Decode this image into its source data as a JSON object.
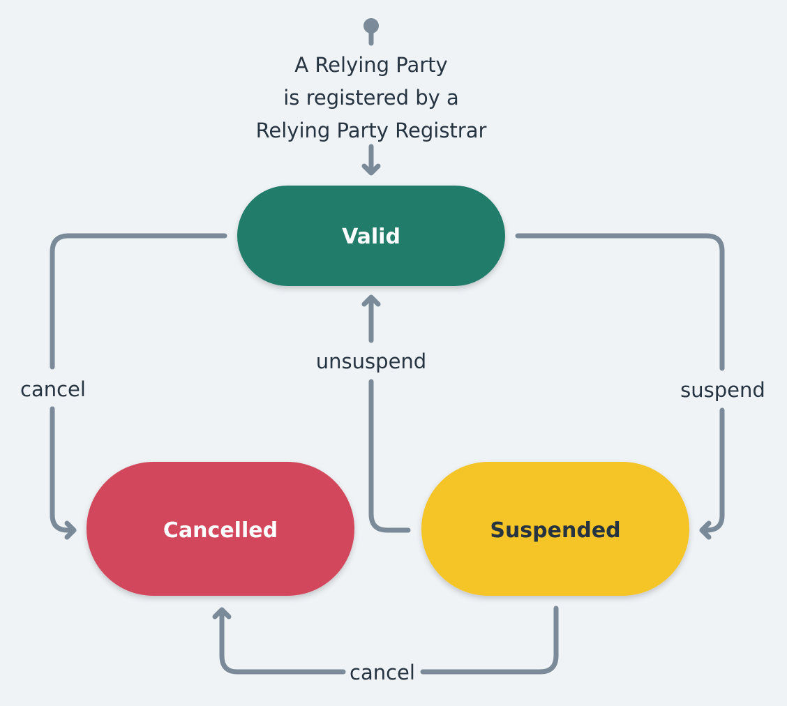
{
  "start_note": {
    "lines": [
      "A Relying Party",
      "is registered by a",
      "Relying Party Registrar"
    ]
  },
  "states": {
    "valid": {
      "label": "Valid",
      "fill": "#207b6b",
      "text_color": "#ffffff"
    },
    "cancelled": {
      "label": "Cancelled",
      "fill": "#d3465b",
      "text_color": "#ffffff"
    },
    "suspended": {
      "label": "Suspended",
      "fill": "#f5c427",
      "text_color": "#263340"
    }
  },
  "transitions": {
    "valid_to_cancelled": "cancel",
    "valid_to_suspended": "suspend",
    "suspended_to_valid": "unsuspend",
    "suspended_to_cancelled": "cancel"
  },
  "colors": {
    "background": "#eff3f6",
    "connector": "#7a8a98",
    "label_text": "#263340"
  }
}
